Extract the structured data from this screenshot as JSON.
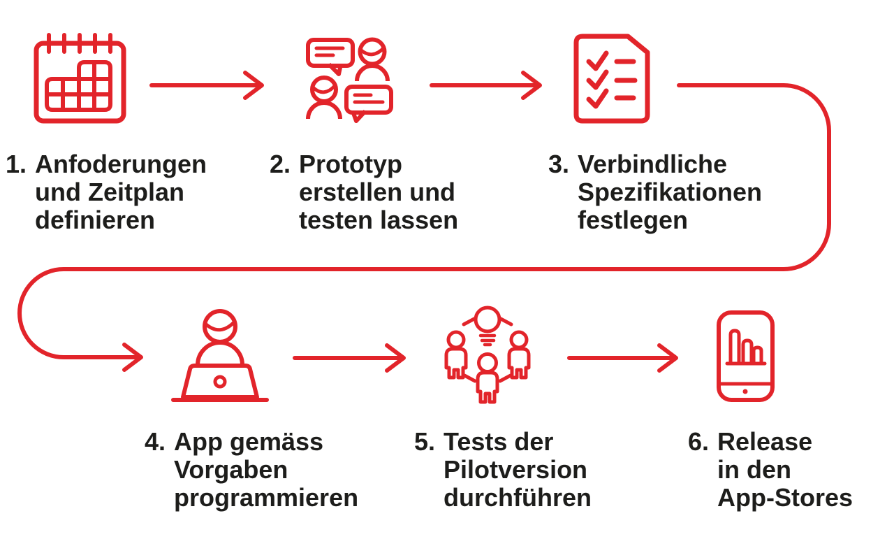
{
  "colors": {
    "accent": "#e2242a",
    "text": "#1d1d1b",
    "background": "#ffffff"
  },
  "steps": [
    {
      "num": "1.",
      "lines": [
        "Anfoderungen",
        "und Zeitplan",
        "definieren"
      ],
      "icon": "calendar-icon"
    },
    {
      "num": "2.",
      "lines": [
        "Prototyp",
        "erstellen und",
        "testen lassen"
      ],
      "icon": "discussion-icon"
    },
    {
      "num": "3.",
      "lines": [
        "Verbindliche",
        "Spezifikationen",
        "festlegen"
      ],
      "icon": "checklist-document-icon"
    },
    {
      "num": "4.",
      "lines": [
        "App gemäss",
        "Vorgaben",
        "programmieren"
      ],
      "icon": "developer-laptop-icon"
    },
    {
      "num": "5.",
      "lines": [
        "Tests der",
        "Pilotversion",
        "durchführen"
      ],
      "icon": "team-idea-icon"
    },
    {
      "num": "6.",
      "lines": [
        "Release",
        "in den",
        "App-Stores"
      ],
      "icon": "smartphone-stats-icon"
    }
  ],
  "connectors": [
    "arrow-step1-to-step2",
    "arrow-step2-to-step3",
    "loop-connector-step3-to-step4",
    "arrow-step4-to-step5",
    "arrow-step5-to-step6"
  ]
}
